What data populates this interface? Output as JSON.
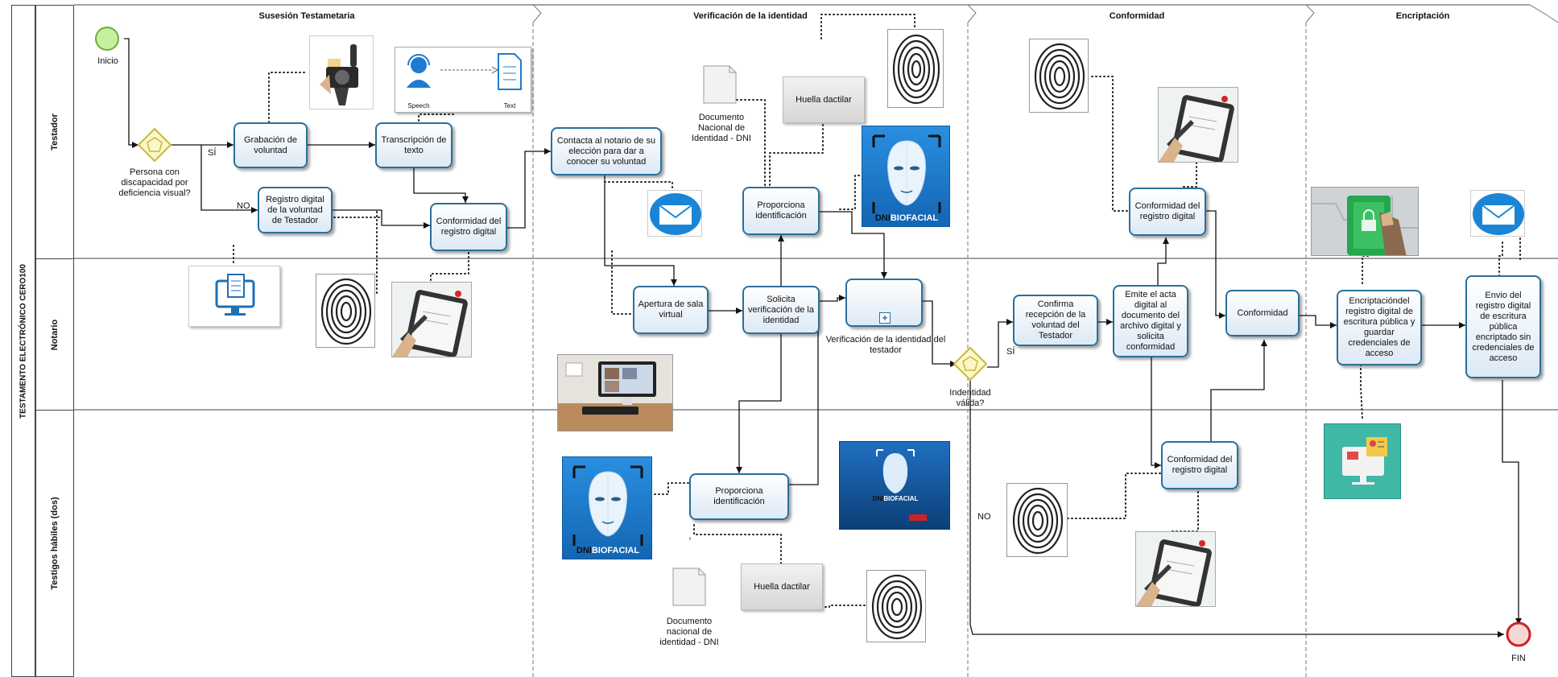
{
  "pool": {
    "title": "TESTAMENTO ELECTRÓNICO CERO100"
  },
  "lanes": {
    "testador": "Testador",
    "notario": "Notario",
    "testigos": "Testigos hábiles (dos)"
  },
  "phases": {
    "p1": "Susesión Testametaria",
    "p2": "Verificación de la identidad",
    "p3": "Conformidad",
    "p4": "Encriptación"
  },
  "events": {
    "start": "Inicio",
    "end": "FIN"
  },
  "gateways": {
    "g1_label": "Persona con discapacidad por deficiencia visual?",
    "g1_yes": "SÍ",
    "g1_no": "NO",
    "g2_label": "Indentidad válida?",
    "g2_yes": "SÍ",
    "g2_no": "NO"
  },
  "tasks": {
    "t_grabacion": "Grabación de voluntad",
    "t_transcripcion": "Transcripción de texto",
    "t_registro": "Registro digital de la voluntad de Testador",
    "t_conf_registro": "Conformidad del registro digital",
    "t_contacta": "Contacta al notario de su elección para dar a conocer su voluntad",
    "t_proporciona1": "Proporciona identificación",
    "t_apertura": "Apertura de sala virtual",
    "t_solicita": "Solicita verificación de la identidad",
    "t_verificacion": "Verificación de la identidad del testador",
    "t_proporciona2": "Proporciona identificación",
    "t_conf_reg_testador2": "Conformidad del registro digital",
    "t_confirma": "Confirma recepción de la voluntad del Testador",
    "t_emite": "Emite el acta digital al documento del archivo digital y solicita conformidad",
    "t_conformidad": "Conformidad",
    "t_conf_testigos": "Conformidad del registro digital",
    "t_encripta": "Encriptacióndel registro digital de escritura pública y guardar credenciales de acceso",
    "t_envio": "Envio del registro digital de escritura pública encriptado sin credenciales de acceso"
  },
  "notes": {
    "huella1": "Huella dactilar",
    "huella2": "Huella dactilar"
  },
  "documents": {
    "dni1": "Documento Nacional de Identidad - DNI",
    "dni2": "Documento nacional de identidad - DNI"
  },
  "images": {
    "speech": "Speech",
    "text": "Text",
    "dni_brand_a": "DNI",
    "dni_brand_b": "BIOFACIAL"
  },
  "colors": {
    "task_border": "#2a6f9a",
    "start": "#8cd05a",
    "end": "#cc2222",
    "gateway": "#e6d84a"
  }
}
